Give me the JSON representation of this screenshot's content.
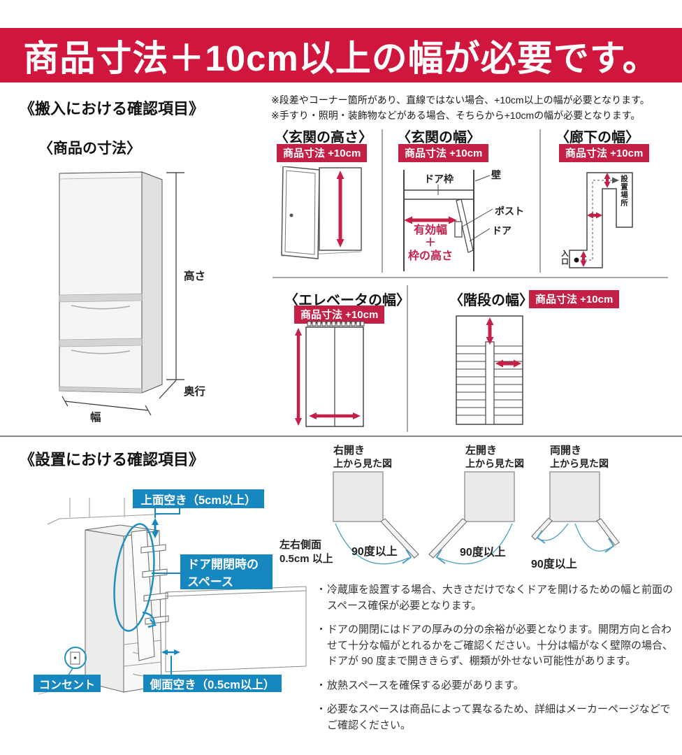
{
  "banner": {
    "title": "商品寸法＋10cm以上の幅が必要です。"
  },
  "carry_in": {
    "heading": "《搬入における確認項目》",
    "note_1": "※段差やコーナー箇所があり、直線ではない場合、+10cm以上の幅が必要となります。",
    "note_2": "※手すり・照明・装飾物などがある場合、そちらから+10cmの幅が必要となります。",
    "badge": "商品寸法 +10cm",
    "product": {
      "title": "〈商品の寸法〉",
      "height": "高さ",
      "depth": "奥行",
      "width": "幅"
    },
    "entrance_height": {
      "title": "〈玄関の高さ〉"
    },
    "entrance_width": {
      "title": "〈玄関の幅〉",
      "door_frame": "ドア枠",
      "wall": "壁",
      "post": "ポスト",
      "door": "ドア",
      "effective_width": "有効幅",
      "plus": "＋",
      "frame_height": "枠の高さ"
    },
    "hallway": {
      "title": "〈廊下の幅〉",
      "place": "設置場所",
      "entrance": "入口"
    },
    "elevator": {
      "title": "〈エレベータの幅〉"
    },
    "stairs": {
      "title": "〈階段の幅〉"
    }
  },
  "installation": {
    "heading": "《設置における確認項目》",
    "top_clearance": "上面空き（5cm以上）",
    "door_space_line1": "ドア開閉時の",
    "door_space_line2": "スペース",
    "outlet": "コンセント",
    "side_clearance": "側面空き（0.5cm以上）",
    "side_note_line1": "左右側面",
    "side_note_line2": "0.5cm 以上",
    "views": [
      {
        "title": "右開き",
        "subtitle": "上から見た図",
        "angle": "90度以上"
      },
      {
        "title": "左開き",
        "subtitle": "上から見た図",
        "angle": "90度以上"
      },
      {
        "title": "両開き",
        "subtitle": "上から見た図",
        "angle": "90度以上"
      }
    ],
    "bullet_marker": "・",
    "bullets": [
      "冷蔵庫を設置する場合、大きさだけでなくドアを開けるための幅と前面のスペース確保が必要となります。",
      "ドアの開閉にはドアの厚みの分の余裕が必要となります。開閉方向と合わせて十分な幅がとれるかをご確認ください。十分は幅がなく壁際の場合、ドアが 90 度まで開ききらず、棚類が外せない可能性があります。",
      "放熱スペースを確保する必要があります。",
      "必要なスペースは商品によって異なるため、詳細はメーカーページなどでご確認ください。"
    ]
  },
  "colors": {
    "accent_red": "#c6203f",
    "accent_blue": "#1787c0"
  }
}
